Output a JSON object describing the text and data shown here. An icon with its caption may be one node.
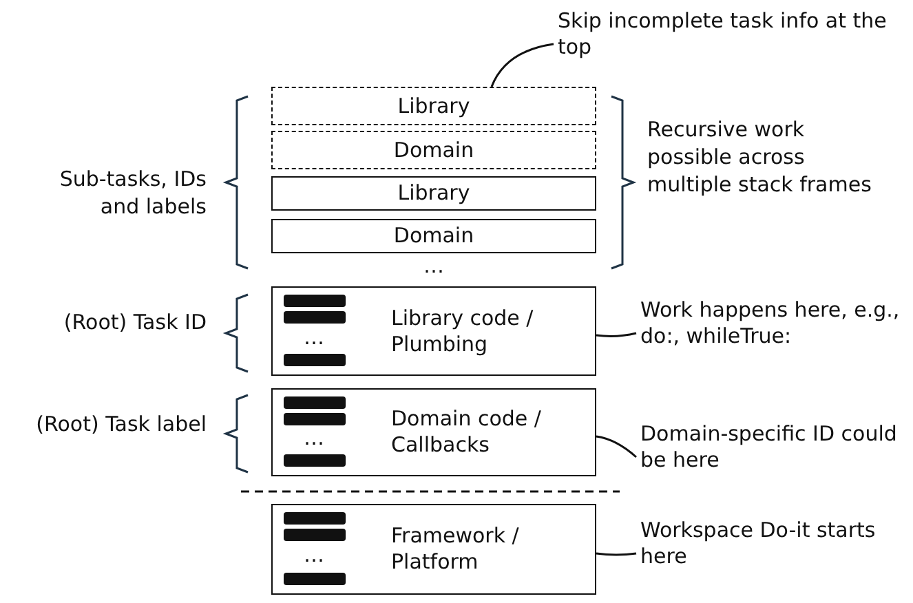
{
  "diagram": {
    "nodes": [
      {
        "text": [
          "Library"
        ]
      },
      {
        "text": [
          "Domain"
        ]
      },
      {
        "text": [
          "Library"
        ]
      },
      {
        "text": [
          "Domain"
        ]
      },
      {
        "text": [
          "Library code / Plumbing"
        ]
      },
      {
        "text": [
          "Domain code / Callbacks"
        ]
      },
      {
        "text": [
          "Framework / Platform"
        ]
      },
      {
        "text": [
          "Skip incomplete task info at the top"
        ]
      },
      {
        "text": [
          "Work happens here, e.g., do:, whileTrue:"
        ]
      },
      {
        "text": [
          "Domain-specific ID could be here"
        ]
      },
      {
        "text": [
          "Workspace Do-it starts here"
        ]
      }
    ],
    "edges": [
      {
        "from": 7,
        "to": 0,
        "arrow": "none"
      },
      {
        "from": 8,
        "to": 4,
        "arrow": "none"
      },
      {
        "from": 9,
        "to": 5,
        "arrow": "none"
      },
      {
        "from": 10,
        "to": 6,
        "arrow": "none"
      }
    ],
    "labels": [
      "Sub-tasks, IDs and labels",
      "Recursive work possible across multiple stack frames",
      "…",
      "(Root) Task ID",
      "…",
      "(Root) Task label",
      "…",
      "…"
    ]
  }
}
